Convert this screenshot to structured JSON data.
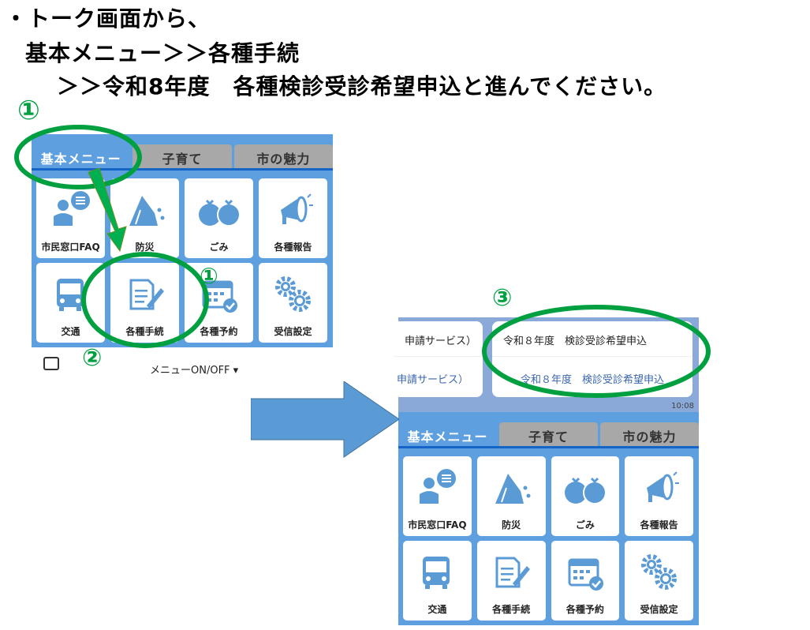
{
  "instructions": {
    "line1": "・トーク画面から、",
    "line2": "基本メニュー＞＞各種手続",
    "line3": "＞＞令和8年度　各種検診受診希望申込と進んでください。"
  },
  "markers": {
    "step1": "①",
    "step1_small": "①",
    "step2": "②",
    "step3": "③"
  },
  "menu": {
    "tabs": [
      "基本メニュー",
      "子育て",
      "市の魅力"
    ],
    "tiles": [
      {
        "label": "市民窓口FAQ",
        "icon": "faq-icon"
      },
      {
        "label": "防災",
        "icon": "disaster-icon"
      },
      {
        "label": "ごみ",
        "icon": "garbage-icon"
      },
      {
        "label": "各種報告",
        "icon": "megaphone-icon"
      },
      {
        "label": "交通",
        "icon": "bus-icon"
      },
      {
        "label": "各種手続",
        "icon": "document-pen-icon"
      },
      {
        "label": "各種予約",
        "icon": "calendar-icon"
      },
      {
        "label": "受信設定",
        "icon": "gears-icon"
      }
    ]
  },
  "bottom_bar": {
    "toggle_label": "メニューON/OFF ▾"
  },
  "chat": {
    "left_card": {
      "title": "申請サービス）",
      "button": "申請サービス）"
    },
    "right_card": {
      "title": "令和８年度　検診受診希望申込",
      "button": "令和８年度　検診受診希望申込"
    },
    "time": "10:08"
  },
  "colors": {
    "accent": "#5e9fe0",
    "annotation": "#00a040",
    "arrow": "#5b9bd5"
  }
}
